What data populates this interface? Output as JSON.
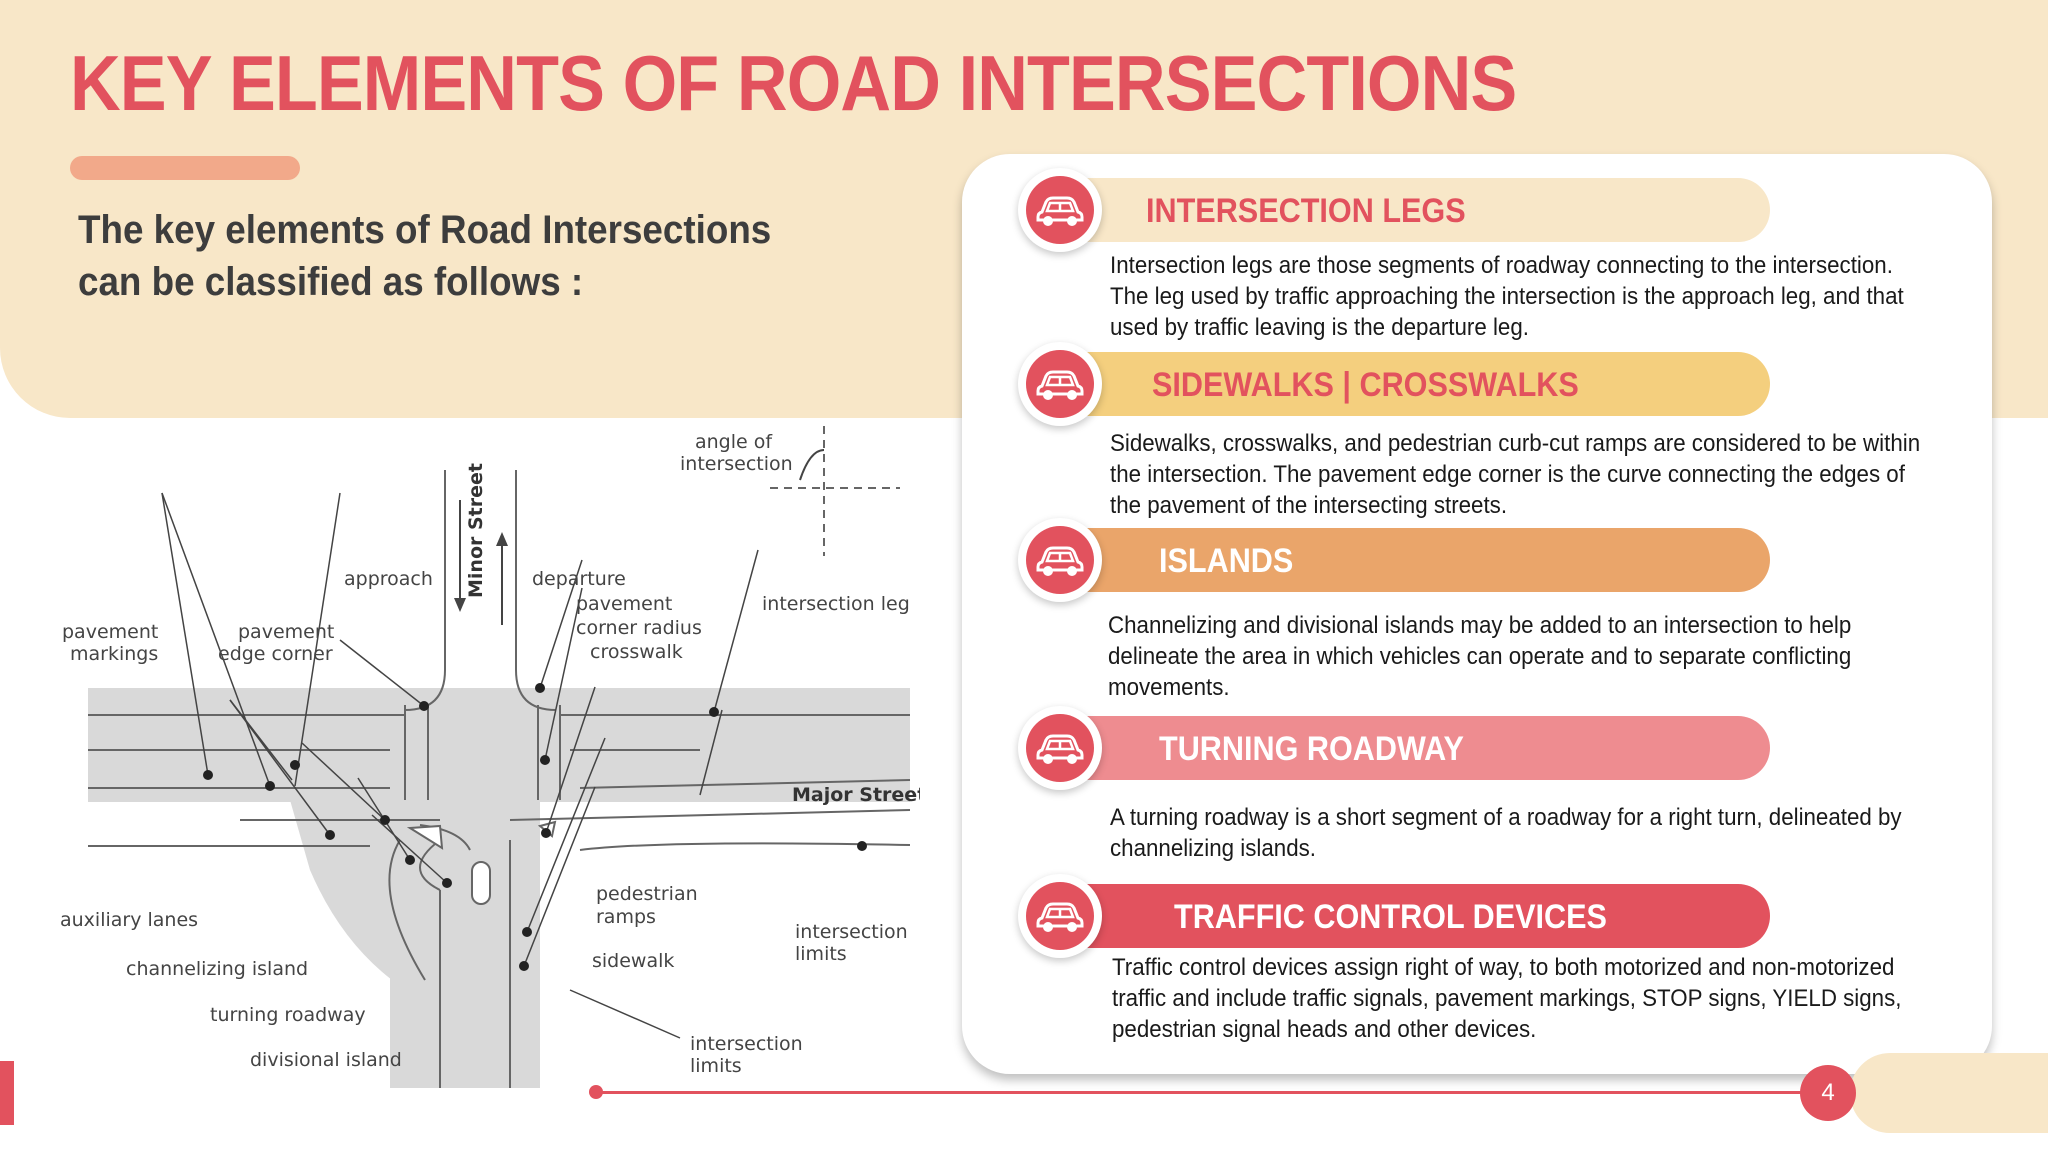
{
  "title": "KEY ELEMENTS OF ROAD INTERSECTIONS",
  "intro": "The key elements of Road Intersections can be classified as follows :",
  "diagram": {
    "angle_of_intersection": [
      "angle of",
      "intersection"
    ],
    "minor_street": "Minor Street",
    "approach": "approach",
    "departure": "departure",
    "pavement_corner_radius": [
      "pavement",
      "corner radius"
    ],
    "crosswalk": "crosswalk",
    "intersection_leg": "intersection leg",
    "pavement_markings": [
      "pavement",
      "markings"
    ],
    "pavement_edge_corner": [
      "pavement",
      "edge corner"
    ],
    "major_street": "Major Street",
    "auxiliary_lanes": "auxiliary lanes",
    "channelizing_island": "channelizing island",
    "turning_roadway": "turning roadway",
    "divisional_island": "divisional island",
    "pedestrian_ramps": [
      "pedestrian",
      "ramps"
    ],
    "sidewalk": "sidewalk",
    "intersection_limits_right": [
      "intersection",
      "limits"
    ],
    "intersection_limits_bottom": [
      "intersection",
      "limits"
    ]
  },
  "items": [
    {
      "heading": "INTERSECTION LEGS",
      "description": "Intersection legs are those segments of roadway connecting to the intersection. The leg used by traffic approaching the intersection is the approach leg, and that used by traffic leaving is the departure leg.",
      "pill_color": "#f8e7c8",
      "text_color": "#e2525e",
      "icon": "car-icon"
    },
    {
      "heading": "SIDEWALKS | CROSSWALKS",
      "description": "Sidewalks, crosswalks, and pedestrian curb-cut ramps are considered to be within the intersection. The pavement edge corner is the curve connecting the edges of the pavement of the intersecting streets.",
      "pill_color": "#f4cf7e",
      "text_color": "#e2525e",
      "icon": "car-icon"
    },
    {
      "heading": "ISLANDS",
      "description": "Channelizing and divisional islands may be added to an intersection to help delineate the area in which vehicles can operate and to separate conflicting movements.",
      "pill_color": "#eaa56a",
      "text_color": "#ffffff",
      "icon": "car-icon"
    },
    {
      "heading": "TURNING ROADWAY",
      "description": "A turning roadway is a short segment of a roadway for a right turn, delineated by channelizing islands.",
      "pill_color": "#ee8c90",
      "text_color": "#ffffff",
      "icon": "car-icon"
    },
    {
      "heading": "TRAFFIC CONTROL DEVICES",
      "description": "Traffic control devices assign right of way, to both motorized and non-motorized traffic and include traffic signals, pavement markings, STOP signs, YIELD signs, pedestrian signal heads and other devices.",
      "pill_color": "#e2525e",
      "text_color": "#ffffff",
      "icon": "car-icon"
    }
  ],
  "page_number": "4",
  "colors": {
    "accent": "#e2525e",
    "band": "#f8e7c8",
    "accent_bar": "#f2a98a"
  }
}
